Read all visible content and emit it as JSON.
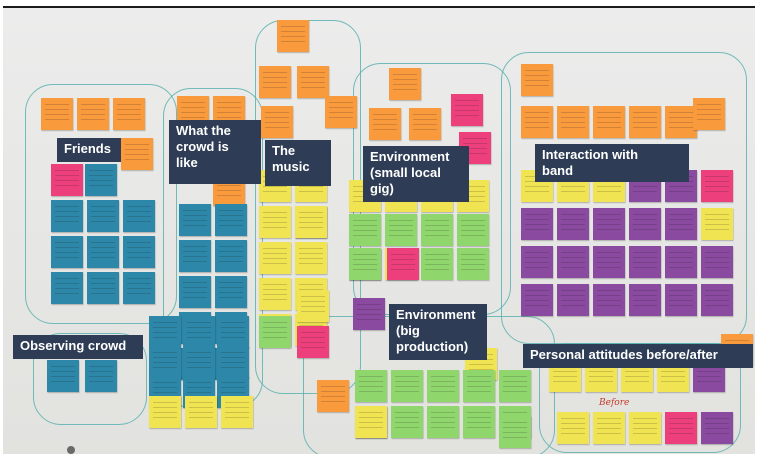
{
  "photo": {
    "subject": "affinity-diagram-board",
    "colors": {
      "board": "#e6e6e4",
      "outline": "#5ab2b0",
      "label_bg": "#2e3d55",
      "label_text": "#ffffff",
      "orange": "#f99a3d",
      "blue": "#2d87a8",
      "yellow": "#f0e453",
      "green": "#8fd66c",
      "pink": "#ec3f7c",
      "purple": "#8a4aa0"
    }
  },
  "labels": {
    "friends": "Friends",
    "crowd_like": "What the\ncrowd is\nlike",
    "music": "The\nmusic",
    "env_small": "Environment\n(small local\ngig)",
    "interaction": "Interaction with\nband",
    "observing": "Observing crowd",
    "env_big": "Environment\n(big\nproduction)",
    "attitudes": "Personal attitudes before/after"
  },
  "handwritten": {
    "before": "Before"
  }
}
